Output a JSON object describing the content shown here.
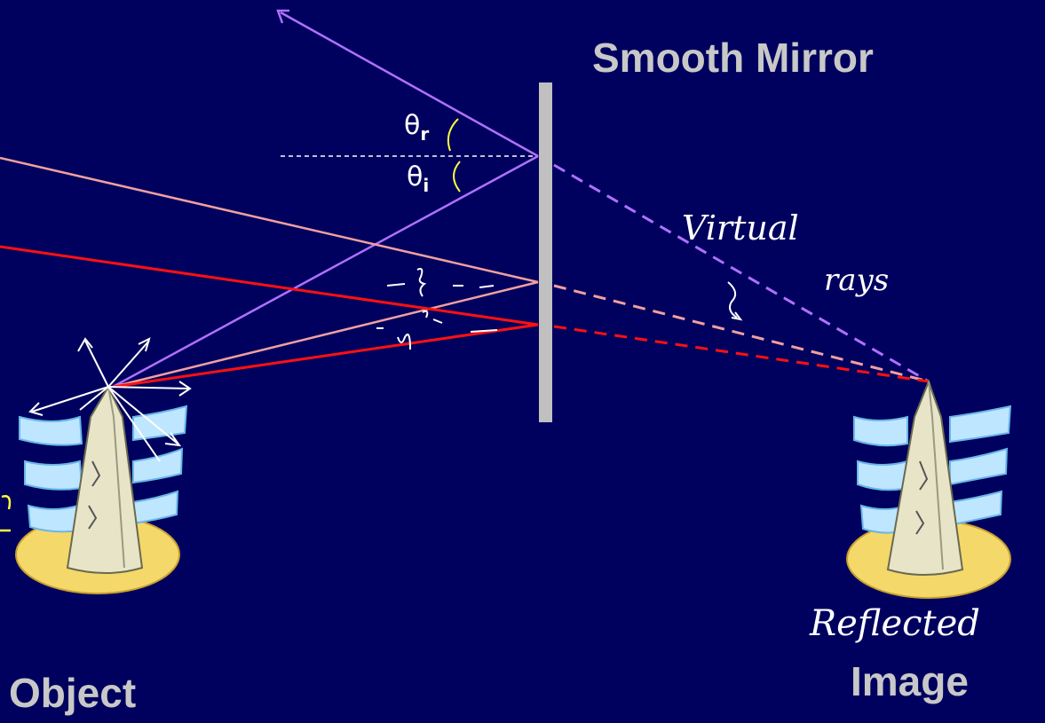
{
  "labels": {
    "mirror_title": "Smooth Mirror",
    "object": "Object",
    "image": "Image",
    "theta": "θ",
    "theta_r_sub": "r",
    "theta_i_sub": "i"
  },
  "handwritten": {
    "virtual": "Virtual",
    "rays": "rays",
    "reflected": "Reflected"
  },
  "colors": {
    "background": "#00005e",
    "mirror": "#c0c0c0",
    "ray_purple": "#b070ff",
    "ray_pink": "#f0a0a0",
    "ray_red": "#ff1010",
    "arc_yellow": "#ffff40",
    "title_grey": "#c8c8c8"
  }
}
